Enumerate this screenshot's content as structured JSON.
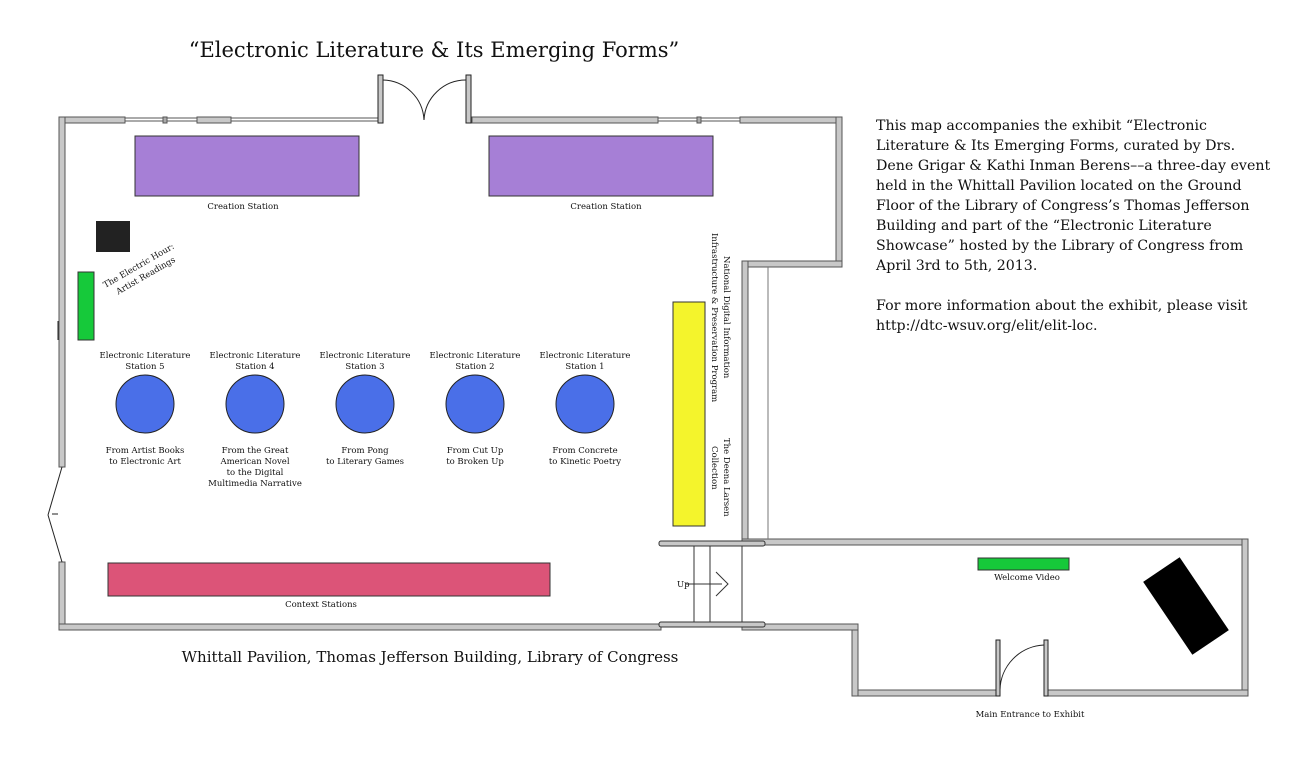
{
  "title": "“Electronic Literature & Its Emerging Forms”",
  "subtitle": "Whittall Pavilion, Thomas Jefferson Building, Library of Congress",
  "description": {
    "paragraph_1": "This map accompanies the exhibit “Electronic Literature & Its Emerging Forms, curated by Drs. Dene Grigar & Kathi Inman Berens––a three-day event held in the Whittall Pavilion located on the Ground Floor of the Library of Congress’s Thomas Jefferson Building and part of the “Electronic Literature Showcase” hosted by the Library of Congress from April 3rd to 5th, 2013.",
    "paragraph_2": "For more information about the exhibit, please visit http://dtc-wsuv.org/elit/elit-loc."
  },
  "labels": {
    "creation_station": "Creation Station",
    "context_stations": "Context Stations",
    "welcome_video": "Welcome Video",
    "main_entrance": "Main Entrance to Exhibit",
    "up": "Up",
    "electric_hour_line1": "The Electric Hour:",
    "electric_hour_line2": "Artist Readings",
    "ndiipp_line1": "National Digital Information",
    "ndiipp_line2": "Infrastructure & Preservation Program",
    "larsen_line1": "The Deena Larsen",
    "larsen_line2": "Collection"
  },
  "stations": [
    {
      "name_line1": "Electronic Literature",
      "name_line2": "Station 5",
      "desc": [
        "From Artist Books",
        "to Electronic Art"
      ]
    },
    {
      "name_line1": "Electronic Literature",
      "name_line2": "Station 4",
      "desc": [
        "From the Great",
        "American Novel",
        "to the Digital",
        "Multimedia Narrative"
      ]
    },
    {
      "name_line1": "Electronic Literature",
      "name_line2": "Station 3",
      "desc": [
        "From Pong",
        "to Literary Games"
      ]
    },
    {
      "name_line1": "Electronic Literature",
      "name_line2": "Station 2",
      "desc": [
        "From Cut Up",
        "to Broken Up"
      ]
    },
    {
      "name_line1": "Electronic Literature",
      "name_line2": "Station 1",
      "desc": [
        "From Concrete",
        "to Kinetic Poetry"
      ]
    }
  ],
  "colors": {
    "creation": "#a67fd6",
    "stations": "#4a6fe8",
    "context": "#dc5478",
    "ndiipp": "#f4f42c",
    "green": "#16c93a",
    "wall": "#c8c8c8"
  }
}
